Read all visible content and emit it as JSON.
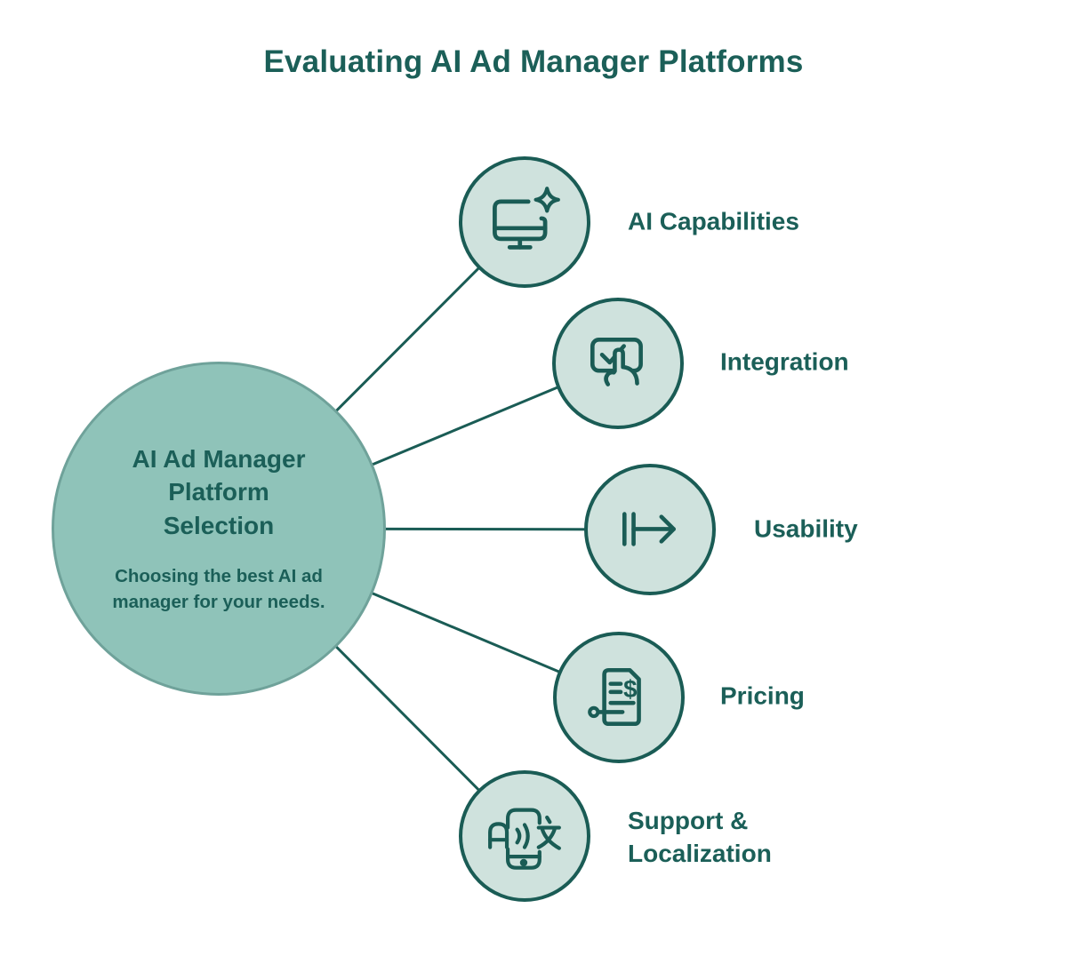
{
  "title": "Evaluating AI Ad Manager Platforms",
  "center_node": {
    "title": "AI Ad Manager Platform Selection",
    "subtitle": "Choosing the best AI ad manager for your needs."
  },
  "branches": [
    {
      "label": "AI Capabilities",
      "icon": "monitor-sparkle-icon"
    },
    {
      "label": "Integration",
      "icon": "tap-checkbox-icon"
    },
    {
      "label": "Usability",
      "icon": "arrow-right-icon"
    },
    {
      "label": "Pricing",
      "icon": "invoice-dollar-icon"
    },
    {
      "label": "Support & Localization",
      "icon": "translate-phone-icon"
    }
  ],
  "colors": {
    "accent": "#1A5C55",
    "text": "#1B5F58",
    "center_fill": "#8FC3B9",
    "center_border": "#6FA29A",
    "branch_fill": "#CFE2DD",
    "background": "#FFFFFF"
  }
}
